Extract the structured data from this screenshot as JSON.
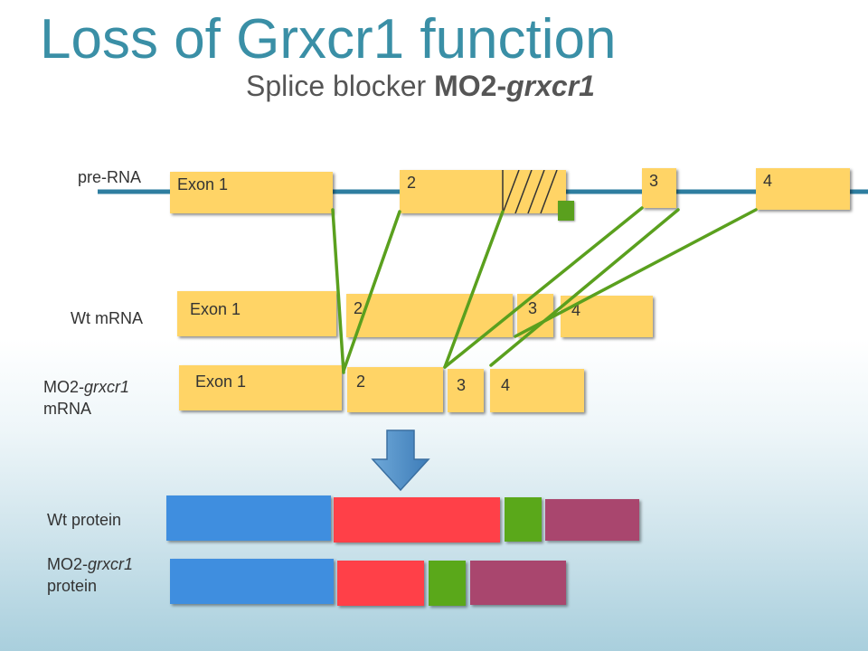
{
  "title": "Loss of Grxcr1 function",
  "subtitle": {
    "prefix": "Splice blocker ",
    "bold": "MO2-",
    "bold_italic": "grxcr1"
  },
  "labels": {
    "pre_rna": "pre-RNA",
    "wt_mrna": "Wt mRNA",
    "mo2_mrna_prefix": "MO2-",
    "mo2_mrna_italic": "grxcr1",
    "mo2_mrna_suffix": "mRNA",
    "wt_protein": "Wt protein",
    "mo2_protein_prefix": "MO2-",
    "mo2_protein_italic": "grxcr1",
    "mo2_protein_suffix": "protein"
  },
  "pre_rna_exons": [
    "Exon 1",
    "2",
    "3",
    "4"
  ],
  "wt_mrna_exons": [
    "Exon 1",
    "2",
    "3",
    "4"
  ],
  "mo2_mrna_exons": [
    "Exon 1",
    "2",
    "3",
    "4"
  ],
  "colors": {
    "title": "#3a8fa6",
    "exon": "#ffd466",
    "strand": "#2e7ea0",
    "splice_line": "#5aa01e",
    "morpholino": "#5aa01e",
    "arrow": "#4f90c8",
    "protein_domain_1": "#3f8edf",
    "protein_domain_2": "#ff4048",
    "protein_domain_3": "#5aa81a",
    "protein_domain_4": "#a9466e"
  }
}
